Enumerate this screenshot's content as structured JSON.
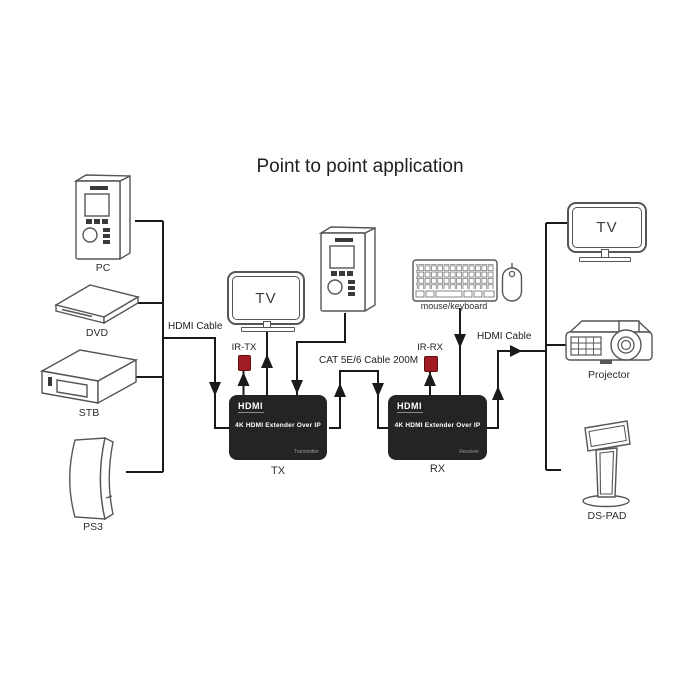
{
  "title": "Point to point application",
  "colors": {
    "line": "#1a1a1a",
    "device_stroke": "#565656",
    "extender_bg": "#242424",
    "ir_red": "#a11d23",
    "label_text": "#2a2a2a"
  },
  "sources": {
    "pc": "PC",
    "dvd": "DVD",
    "stb": "STB",
    "ps3": "PS3"
  },
  "center": {
    "local_tv": "TV",
    "hdmi_cable_left": "HDMI Cable",
    "cat_cable": "CAT 5E/6 Cable 200M",
    "ir_tx": "IR-TX",
    "ir_rx": "IR-RX",
    "mouse_keyboard": "mouse/keyboard",
    "hdmi_cable_right": "HDMI Cable"
  },
  "extenders": {
    "tx": {
      "logo": "HDMI",
      "name": "4K HDMI Extender Over IP",
      "role": "Transmitter",
      "label": "TX"
    },
    "rx": {
      "logo": "HDMI",
      "name": "4K HDMI Extender Over IP",
      "role": "Receiver",
      "label": "RX"
    }
  },
  "displays": {
    "tv": "TV",
    "projector": "Projector",
    "ds_pad": "DS-PAD"
  }
}
